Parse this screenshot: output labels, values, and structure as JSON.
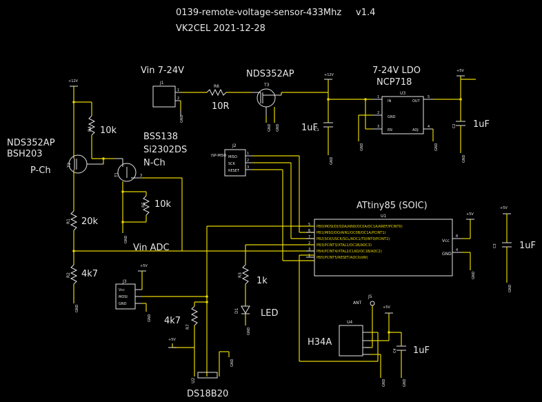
{
  "title": "0139-remote-voltage-sensor-433Mhz",
  "version": "v1.4",
  "author_line": "VK2CEL 2021-12-28",
  "nets": {
    "p12": "+12V",
    "p5": "+5V",
    "gnd": "GND",
    "vin_adc": "Vin ADC",
    "ant": "ANT"
  },
  "labels": {
    "vin": "Vin 7-24V",
    "ldo": "7-24V LDO",
    "ncp": "NCP718",
    "nds_top": "NDS352AP",
    "nds_left": "NDS352AP",
    "bsh": "BSH203",
    "pch": "P-Ch",
    "bss": "BSS138",
    "si": "Si2302DS",
    "nch": "N-Ch",
    "attiny": "ATtiny85 (SOIC)",
    "h34a": "H34A",
    "ds18b20": "DS18B20",
    "led": "LED"
  },
  "refs": {
    "J1": "J1",
    "J2": "J2",
    "J3": "J3",
    "J5": "J5",
    "R1": "R1",
    "R2": "R2",
    "R3": "R3",
    "R4": "R4",
    "R5": "R5",
    "R6": "R6",
    "R7": "R7",
    "T1": "T1",
    "T2": "T2",
    "T3": "T3",
    "U1": "U1",
    "U2": "U2",
    "U3": "U3",
    "U4": "U4",
    "C1": "C1",
    "C2": "C2",
    "C3": "C3",
    "C4": "C4",
    "D1": "D1"
  },
  "values": {
    "r4": "10k",
    "r5": "10k",
    "r1": "20k",
    "r2": "4k7",
    "r3": "1k",
    "r6": "10R",
    "r7": "4k7",
    "c1": "1uF",
    "c2": "1uF",
    "c3": "1uF",
    "c4": "1uF"
  },
  "j2_pins": [
    "MISO",
    "SCK",
    "RESET"
  ],
  "j2_header": "ISP-MISO",
  "j3_pins": [
    "Vcc",
    "MOSI",
    "GND"
  ],
  "u3_pins": {
    "in": "IN",
    "out": "OUT",
    "gnd": "GND",
    "adj": "ADJ",
    "en": "EN"
  },
  "u1_pins": [
    "PB0(MOSI/DI/SDA/AIN0/OC0A/OC1A/AREF/PCINT0)",
    "PB1(MISO/DO/AIN1/OC0B/OC1A/PCINT1)",
    "PB2(SCK/USCK/SCL/ADC1/T0/INT0/PCINT2)",
    "PB3(PCINT3/XTAL1/OC1B/ADC3)",
    "PB4(PCINT4/XTAL2/CLKO/OC1B/ADC2)",
    "PB5(PCINT5/RESET/ADC0/dW)"
  ],
  "u1_pin_nums": [
    "5",
    "6",
    "7",
    "2",
    "3",
    "1"
  ],
  "u1_vcc": "Vcc",
  "u1_gnd": "GND",
  "pin_numbers": {
    "one": "1",
    "two": "2",
    "three": "3",
    "four": "4",
    "five": "5",
    "eight": "8"
  }
}
